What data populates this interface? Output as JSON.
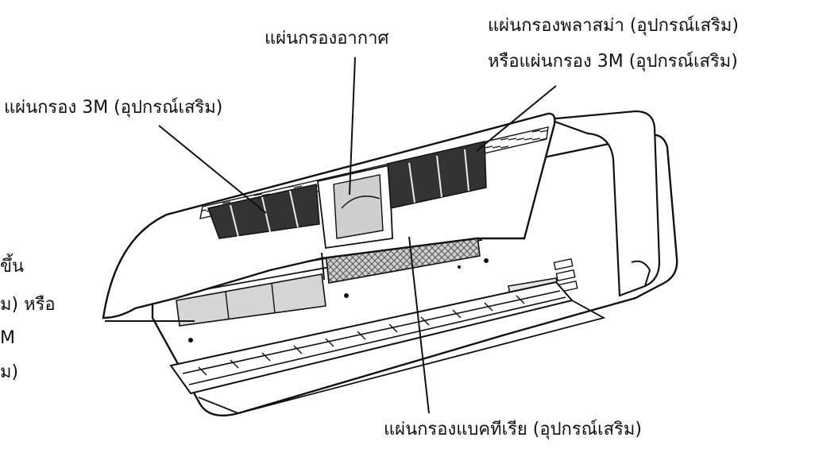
{
  "labels": {
    "air_filter": "แผ่นกรองอากาศ",
    "plasma_filter_line1": "แผ่นกรองพลาสม่า (อุปกรณ์เสริม)",
    "plasma_filter_line2": "หรือแผ่นกรอง 3M (อุปกรณ์เสริม)",
    "filter_3m": "แผ่นกรอง 3M (อุปกรณ์เสริม)",
    "left_cut_line1": "ขึ้น",
    "left_cut_line2": "ม) หรือ",
    "left_cut_line3": "M",
    "left_cut_line4": "ม)",
    "bacteria_filter": "แผ่นกรองแบคทีเรีย (อุปกรณ์เสริม)"
  }
}
